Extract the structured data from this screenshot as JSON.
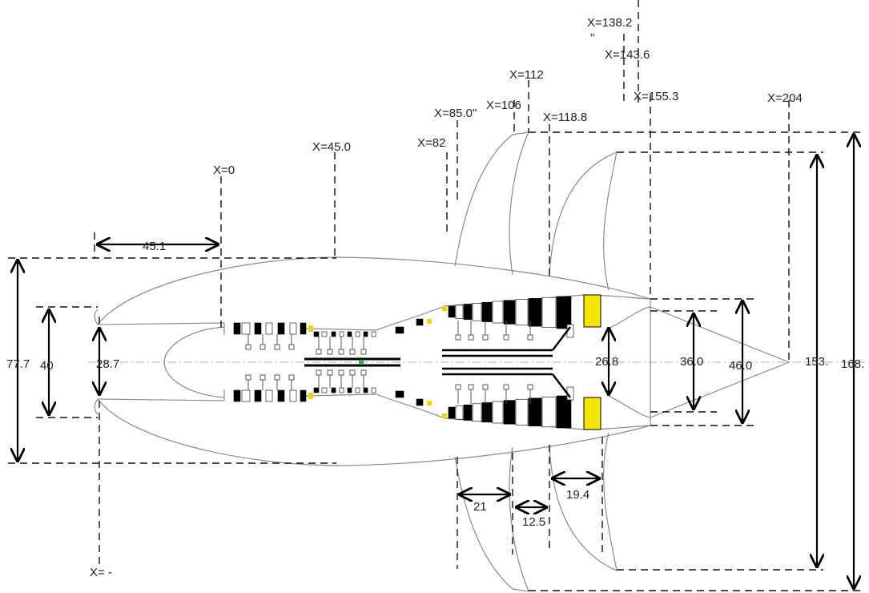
{
  "station_labels": {
    "x_neg": "X= -",
    "x0": "X=0",
    "x45": "X=45.0",
    "x82": "X=82",
    "x85": "X=85.0\"",
    "x106": "X=106",
    "x112": "X=112",
    "x118": "X=118.8",
    "x138": "X=138.2",
    "x138_mark": "\"",
    "x143": "X=143.6",
    "x155": "X=155.3",
    "x204": "X=204"
  },
  "dimensions": {
    "inlet_length": "45.1",
    "nacelle_max_dia": "77.7",
    "highlight_dia": "40",
    "throat_dia": "28.7",
    "core_nozzle_dia": "26.8",
    "nozzle_exit_dia_a": "36.0",
    "nozzle_exit_dia_b": "46.0",
    "pylon_height_inner": "153.",
    "pylon_height_outer": "168.",
    "pylon_chord_1": "21",
    "pylon_gap": "12.5",
    "pylon_chord_2": "19.4"
  },
  "colors": {
    "blade": "#000000",
    "combustor": "#f2e600",
    "accent_yellow": "#e8d800",
    "shaft_green": "#3aa84a",
    "centerline": "#b8c0d8"
  }
}
